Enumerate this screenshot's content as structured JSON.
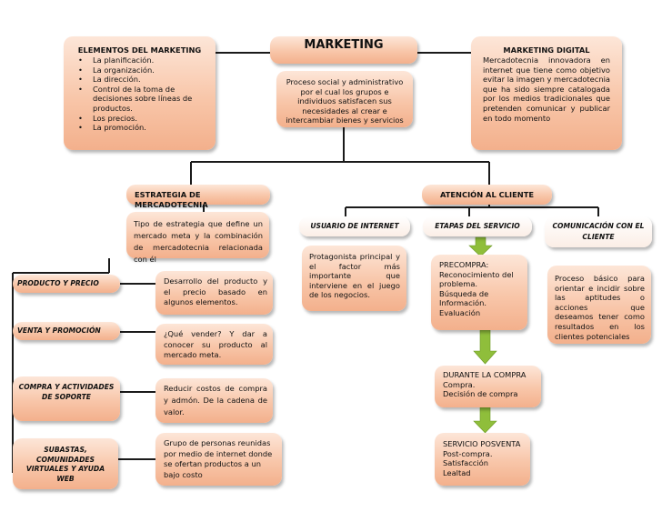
{
  "title": "MARKETING",
  "definition": "Proceso social y administrativo por el cual los grupos e individuos satisfacen sus necesidades al crear e intercambiar bienes y servicios",
  "elements": {
    "heading": "ELEMENTOS DEL MARKETING",
    "items": [
      "La planificación.",
      "La organización.",
      "La dirección.",
      "Control de la toma de decisiones  sobre líneas de productos.",
      "Los precios.",
      "La promoción."
    ]
  },
  "digital": {
    "heading": "MARKETING DIGITAL",
    "text": "Mercadotecnia innovadora en internet que tiene como objetivo evitar la imagen y mercadotecnia que ha sido siempre catalogada por los medios tradicionales que pretenden comunicar y publicar en todo momento"
  },
  "strategy": {
    "heading": "ESTRATEGIA DE MERCADOTECNIA",
    "definition": "Tipo de estrategia que define un mercado meta y la combinación de mercadotecnia relacionada con él",
    "rows": [
      {
        "label": "PRODUCTO Y PRECIO",
        "text": "Desarrollo del producto y el precio basado en algunos elementos."
      },
      {
        "label": "VENTA Y PROMOCIÓN",
        "text": "¿Qué vender? Y dar a conocer su producto al mercado meta."
      },
      {
        "label": "COMPRA Y ACTIVIDADES DE SOPORTE",
        "text": "Reducir costos de compra y admón. De la cadena de valor."
      },
      {
        "label": "SUBASTAS, COMUNIDADES VIRTUALES Y AYUDA WEB",
        "text": "Grupo de personas reunidas por medio de internet donde se ofertan productos a un bajo costo"
      }
    ]
  },
  "attention": {
    "heading": "ATENCIÓN AL CLIENTE",
    "user": {
      "label": "USUARIO DE INTERNET",
      "text": "Protagonista principal y el factor más importante que interviene en el juego de los negocios."
    },
    "stages": {
      "label": "ETAPAS DEL SERVICIO",
      "precompra": "PRECOMPRA:\nReconocimiento del problema.\n Búsqueda de Información.\nEvaluación",
      "durante": "DURANTE LA COMPRA\nCompra.\nDecisión de compra",
      "posventa": "SERVICIO POSVENTA\nPost-compra.\nSatisfacción\nLealtad"
    },
    "communication": {
      "label": "COMUNICACIÓN CON EL CLIENTE",
      "text": "Proceso básico para orientar e incidir sobre las aptitudes o acciones que deseamos tener como resultados en los clientes potenciales"
    }
  },
  "colors": {
    "box": "#f8c6a9",
    "arrow": "#8fbe3b",
    "line": "#1a1a1a"
  }
}
